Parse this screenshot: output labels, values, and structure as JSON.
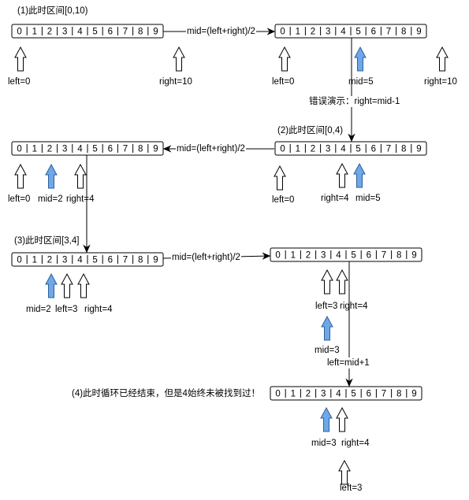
{
  "arrays": [
    {
      "id": "a1",
      "cells": [
        "0",
        "1",
        "2",
        "3",
        "4",
        "5",
        "6",
        "7",
        "8",
        "9"
      ]
    },
    {
      "id": "a2",
      "cells": [
        "0",
        "1",
        "2",
        "3",
        "4",
        "5",
        "6",
        "7",
        "8",
        "9"
      ]
    },
    {
      "id": "a3",
      "cells": [
        "0",
        "1",
        "2",
        "3",
        "4",
        "5",
        "6",
        "7",
        "8",
        "9"
      ]
    },
    {
      "id": "a4",
      "cells": [
        "0",
        "1",
        "2",
        "3",
        "4",
        "5",
        "6",
        "7",
        "8",
        "9"
      ]
    },
    {
      "id": "a5",
      "cells": [
        "0",
        "1",
        "2",
        "3",
        "4",
        "5",
        "6",
        "7",
        "8",
        "9"
      ]
    },
    {
      "id": "a6",
      "cells": [
        "0",
        "1",
        "2",
        "3",
        "4",
        "5",
        "6",
        "7",
        "8",
        "9"
      ]
    },
    {
      "id": "a7",
      "cells": [
        "0",
        "1",
        "2",
        "3",
        "4",
        "5",
        "6",
        "7",
        "8",
        "9"
      ]
    }
  ],
  "labels": {
    "step1_title": "(1)此时区间[0,10)",
    "step2_title": "(2)此时区间[0,4)",
    "step3_title": "(3)此时区间[3,4]",
    "step4_title": "(4)此时循环已经结束，但是4始终未被找到过！",
    "mid_formula_1": "mid=(left+right)/2",
    "mid_formula_2": "mid=(left+right)/2",
    "mid_formula_3": "mid=(left+right)/2",
    "error_demo": "错误演示：right=mid-1",
    "left_mid_plus": "left=mid+1",
    "a1_left": "left=0",
    "a1_right": "right=10",
    "a2_left": "left=0",
    "a2_mid": "mid=5",
    "a2_right": "right=10",
    "a3_right": "right=4",
    "a3_mid": "mid=5",
    "a3_left": "left=0",
    "a4_left": "left=0",
    "a4_mid": "mid=2",
    "a4_right": "right=4",
    "a5_mid": "mid=2",
    "a5_left": "left=3",
    "a5_right": "right=4",
    "a6_left": "left=3",
    "a6_right": "right=4",
    "a6_mid": "mid=3",
    "a7_mid": "mid=3",
    "a7_right": "right=4",
    "a7_left": "left=3"
  },
  "colors": {
    "line": "#000000",
    "mid_fill": "#6fa8e8",
    "mid_stroke": "#2e5f9a",
    "hollow_fill": "#ffffff"
  }
}
